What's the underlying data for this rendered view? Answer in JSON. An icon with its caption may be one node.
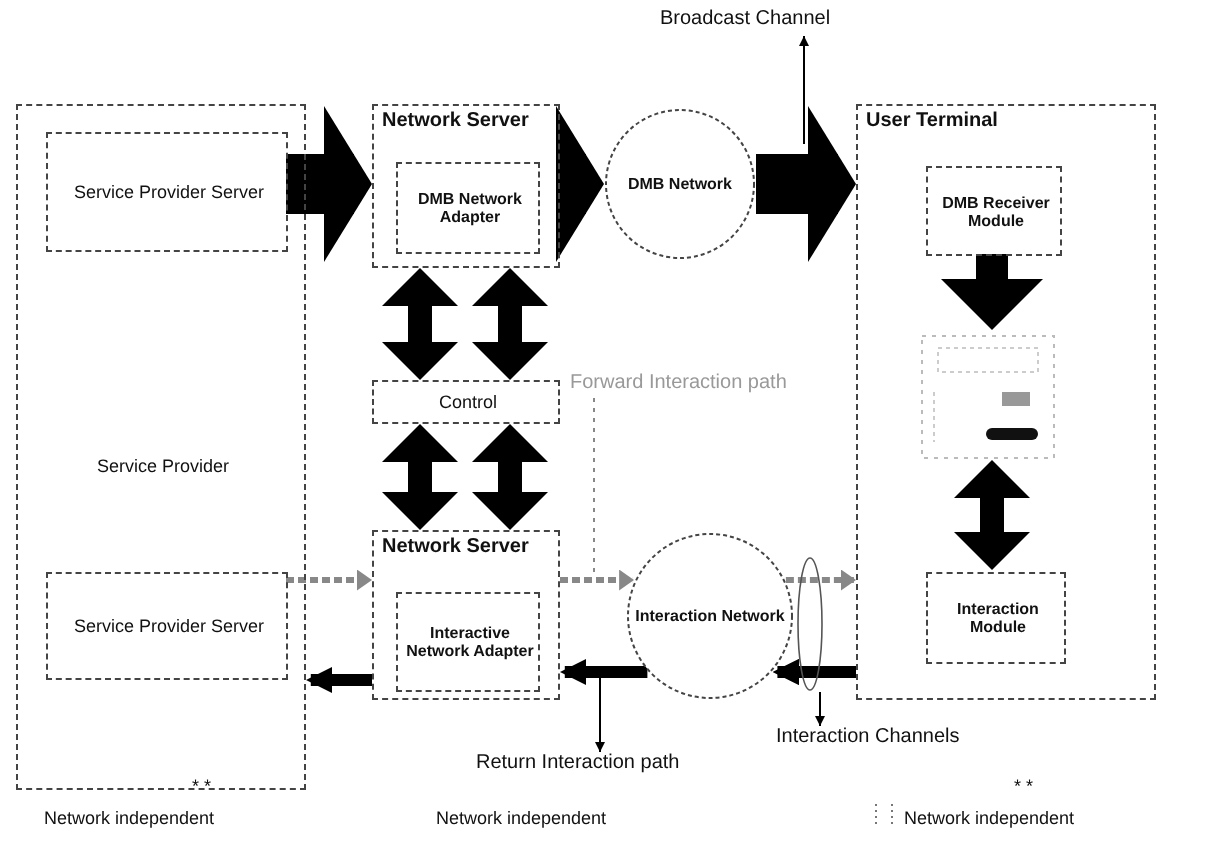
{
  "diagram": {
    "nodes": [
      {
        "text": [
          "Service Provider"
        ]
      },
      {
        "text": [
          "Service Provider Server"
        ],
        "in": 0
      },
      {
        "text": [
          "Service Provider Server"
        ],
        "in": 0
      },
      {
        "text": [
          "Network Server"
        ]
      },
      {
        "text": [
          "DMB Network Adapter"
        ],
        "in": 3
      },
      {
        "text": [
          "Control"
        ]
      },
      {
        "text": [
          "Network Server"
        ]
      },
      {
        "text": [
          "Interactive Network Adapter"
        ],
        "in": 6
      },
      {
        "text": [
          "DMB Network"
        ]
      },
      {
        "text": [
          "Interaction Network"
        ]
      },
      {
        "text": [
          "User Terminal"
        ]
      },
      {
        "text": [
          "DMB Receiver Module"
        ],
        "in": 10
      },
      {
        "text": [],
        "shape": "picture",
        "in": 10
      },
      {
        "text": [
          "Interaction Module"
        ],
        "in": 10
      },
      {
        "text": [
          "Broadcast Channel"
        ]
      },
      {
        "text": [
          "Return Interaction path"
        ]
      },
      {
        "text": [
          "Interaction Channels"
        ]
      },
      {
        "text": [
          "Forward Interaction path"
        ]
      }
    ],
    "edges": [
      {
        "from": 1,
        "to": 3,
        "arrow": "to",
        "style": "thick"
      },
      {
        "from": 3,
        "to": 8,
        "arrow": "to",
        "style": "thick"
      },
      {
        "from": 8,
        "to": 10,
        "arrow": "to",
        "style": "thick"
      },
      {
        "from": 3,
        "to": 5,
        "arrow": "both",
        "style": "thick"
      },
      {
        "from": 3,
        "to": 5,
        "arrow": "both",
        "style": "thick"
      },
      {
        "from": 5,
        "to": 6,
        "arrow": "both",
        "style": "thick"
      },
      {
        "from": 5,
        "to": 6,
        "arrow": "both",
        "style": "thick"
      },
      {
        "from": 11,
        "to": 12,
        "arrow": "to",
        "style": "thick"
      },
      {
        "from": 12,
        "to": 13,
        "arrow": "both",
        "style": "thick"
      },
      {
        "from": 2,
        "to": 6,
        "arrow": "to",
        "style": "dashed",
        "color": "#888888"
      },
      {
        "from": 6,
        "to": 9,
        "arrow": "to",
        "style": "dashed",
        "color": "#888888"
      },
      {
        "from": 9,
        "to": 10,
        "arrow": "to",
        "style": "dashed",
        "color": "#888888"
      },
      {
        "from": 10,
        "to": 9,
        "arrow": "to"
      },
      {
        "from": 9,
        "to": 6,
        "arrow": "to"
      },
      {
        "from": 6,
        "to": 0,
        "arrow": "to"
      },
      {
        "from": null,
        "to": 14,
        "arrow": "to"
      },
      {
        "from": null,
        "to": 15,
        "arrow": "to"
      },
      {
        "from": null,
        "to": 16,
        "arrow": "to"
      },
      {
        "from": 17,
        "to": null,
        "arrow": "none",
        "style": "dashed",
        "color": "#888888"
      }
    ],
    "labels": [
      "* *",
      "* *",
      "Network independent",
      "Network independent",
      "Network independent"
    ]
  }
}
